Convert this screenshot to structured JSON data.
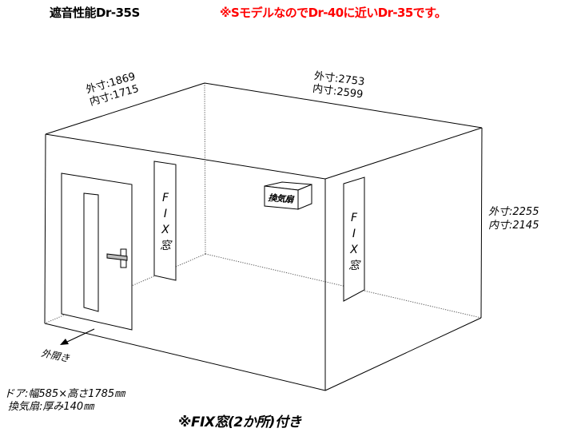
{
  "header": {
    "title": "遮音性能Dr-35S",
    "note": "※SモデルなのでDr-40に近いDr-35です。"
  },
  "dimensions": {
    "depth": {
      "outer": "外寸:1869",
      "inner": "内寸:1715"
    },
    "width": {
      "outer": "外寸:2753",
      "inner": "内寸:2599"
    },
    "height": {
      "outer": "外寸:2255",
      "inner": "内寸:2145"
    }
  },
  "fix_windows": {
    "label": "FIX窓",
    "label_chars": [
      "F",
      "I",
      "X",
      "窓"
    ],
    "count": 2
  },
  "vent": {
    "label": "換気扇"
  },
  "door": {
    "open_direction_label": "外開き"
  },
  "specs": [
    "ドア:幅585×高さ1785㎜",
    "換気扇:厚み140㎜"
  ],
  "footer_note": "※FIX窓(2か所)付き",
  "colors": {
    "accent_red": "#ff0000",
    "line": "#000000",
    "hidden_line": "#555555",
    "background": "#ffffff"
  }
}
